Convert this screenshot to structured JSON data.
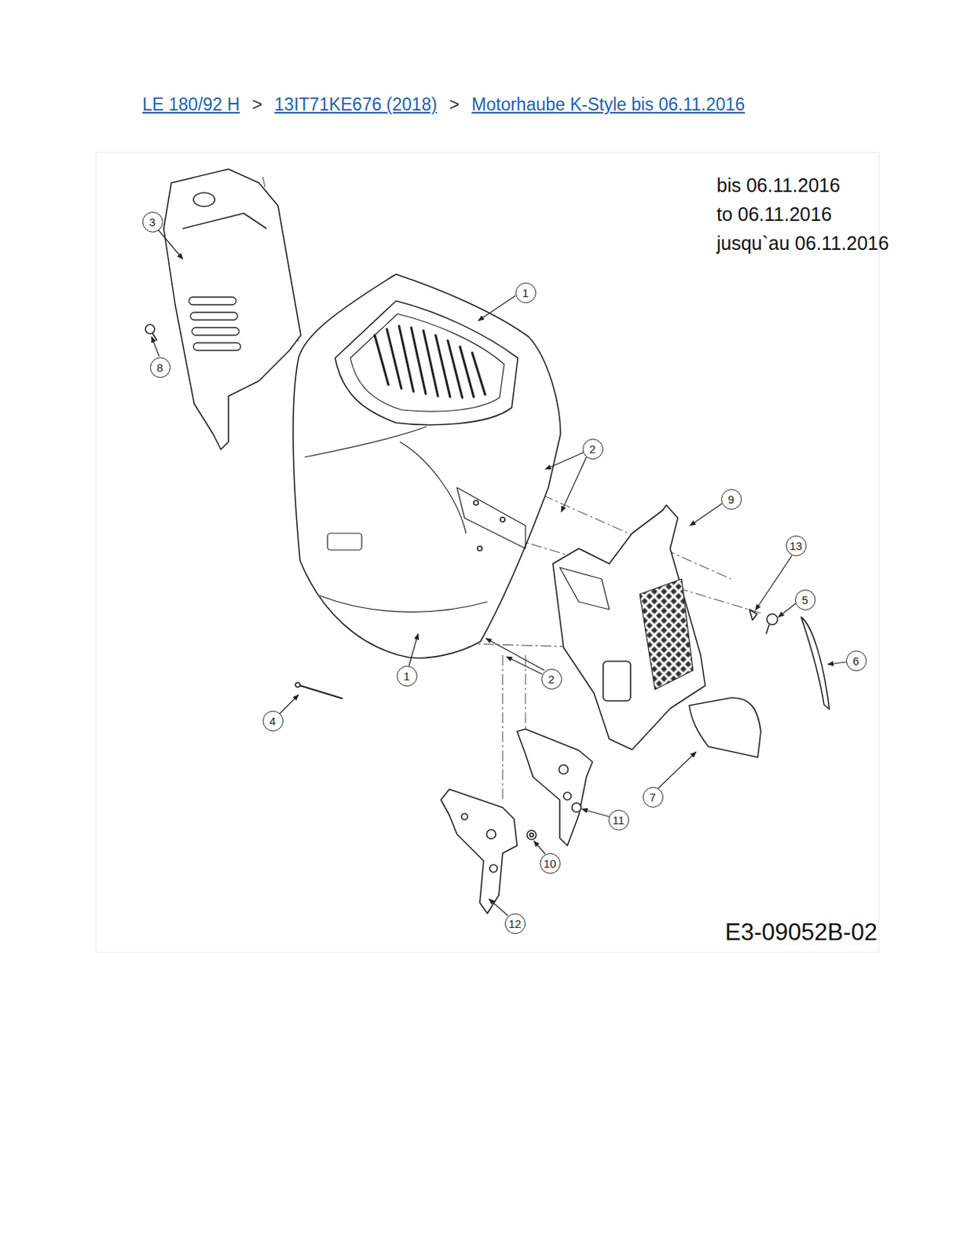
{
  "diagram": {
    "nodes": [
      {
        "text": [
          "3"
        ]
      },
      {
        "text": [
          "1"
        ]
      },
      {
        "text": [
          "8"
        ]
      },
      {
        "text": [
          "2"
        ]
      },
      {
        "text": [
          "9"
        ]
      },
      {
        "text": [
          "13"
        ]
      },
      {
        "text": [
          "5"
        ]
      },
      {
        "text": [
          "6"
        ]
      },
      {
        "text": [
          "1"
        ]
      },
      {
        "text": [
          "2"
        ]
      },
      {
        "text": [
          "4"
        ]
      },
      {
        "text": [
          "7"
        ]
      },
      {
        "text": [
          "11"
        ]
      },
      {
        "text": [
          "10"
        ]
      },
      {
        "text": [
          "12"
        ]
      }
    ],
    "labels": [
      "LE 180/92 H",
      ">",
      "13IT71KE676 (2018)",
      ">",
      "Motorhaube K-Style bis 06.11.2016",
      "bis 06.11.2016",
      "to 06.11.2016",
      "jusqu`au 06.11.2016",
      "E3-09052B-02"
    ]
  }
}
